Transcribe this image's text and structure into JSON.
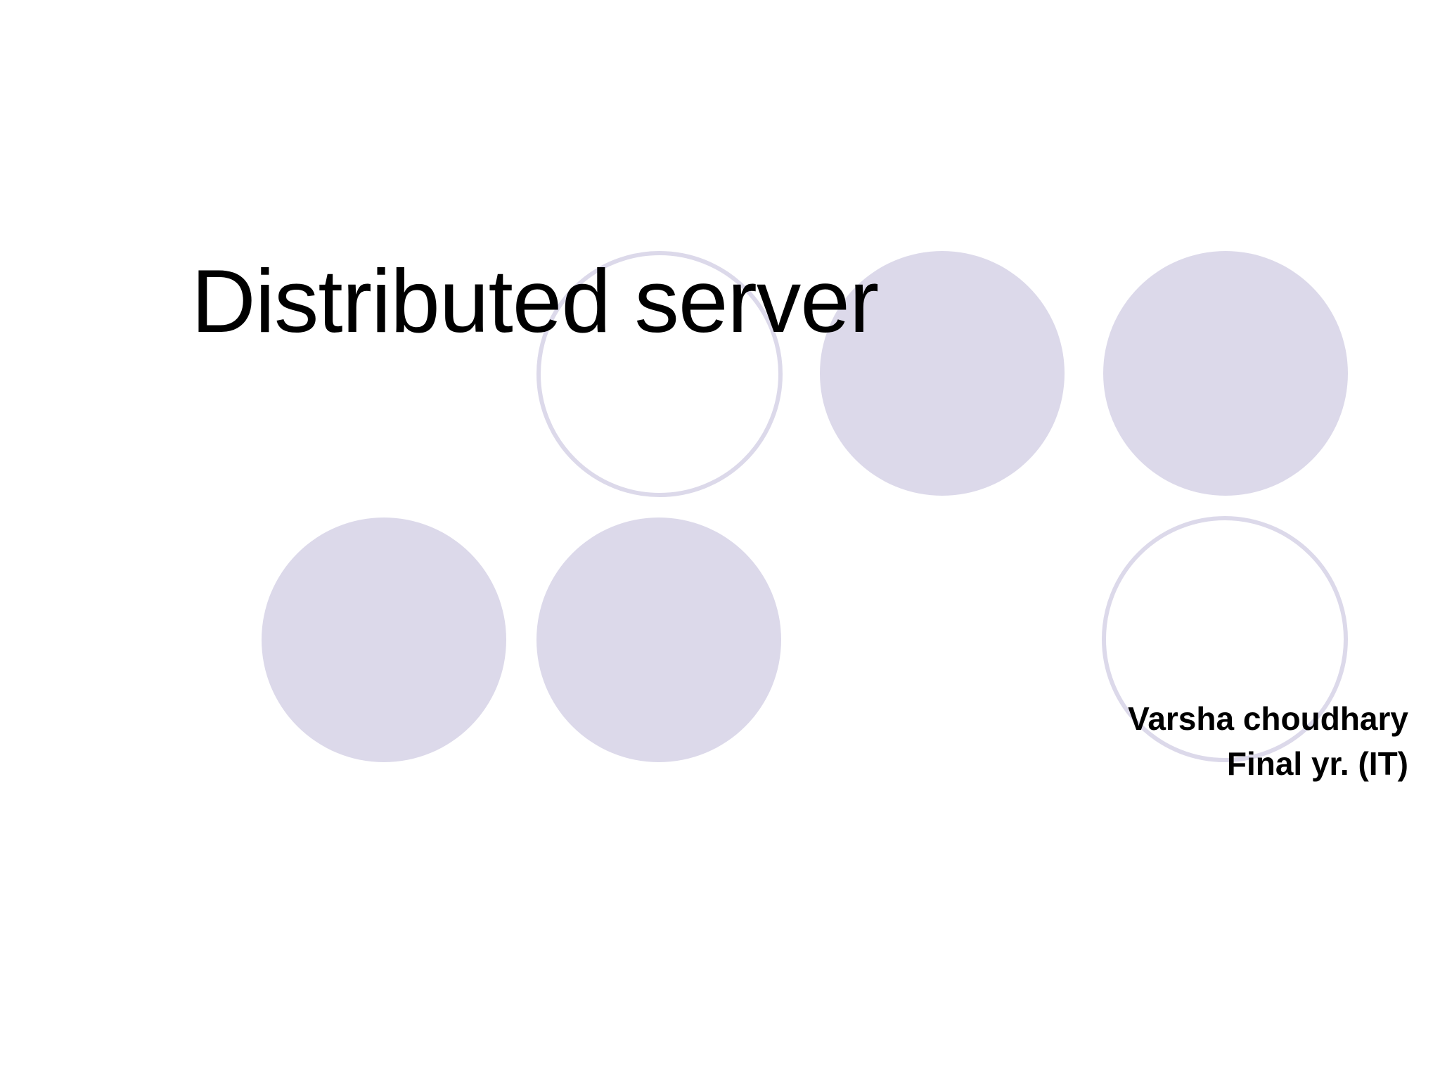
{
  "slide": {
    "title": "Distributed server",
    "author": "Varsha choudhary",
    "course": "Final yr. (IT)"
  },
  "colors": {
    "background": "#ffffff",
    "circle": "#dcd9ea",
    "text": "#000000"
  }
}
